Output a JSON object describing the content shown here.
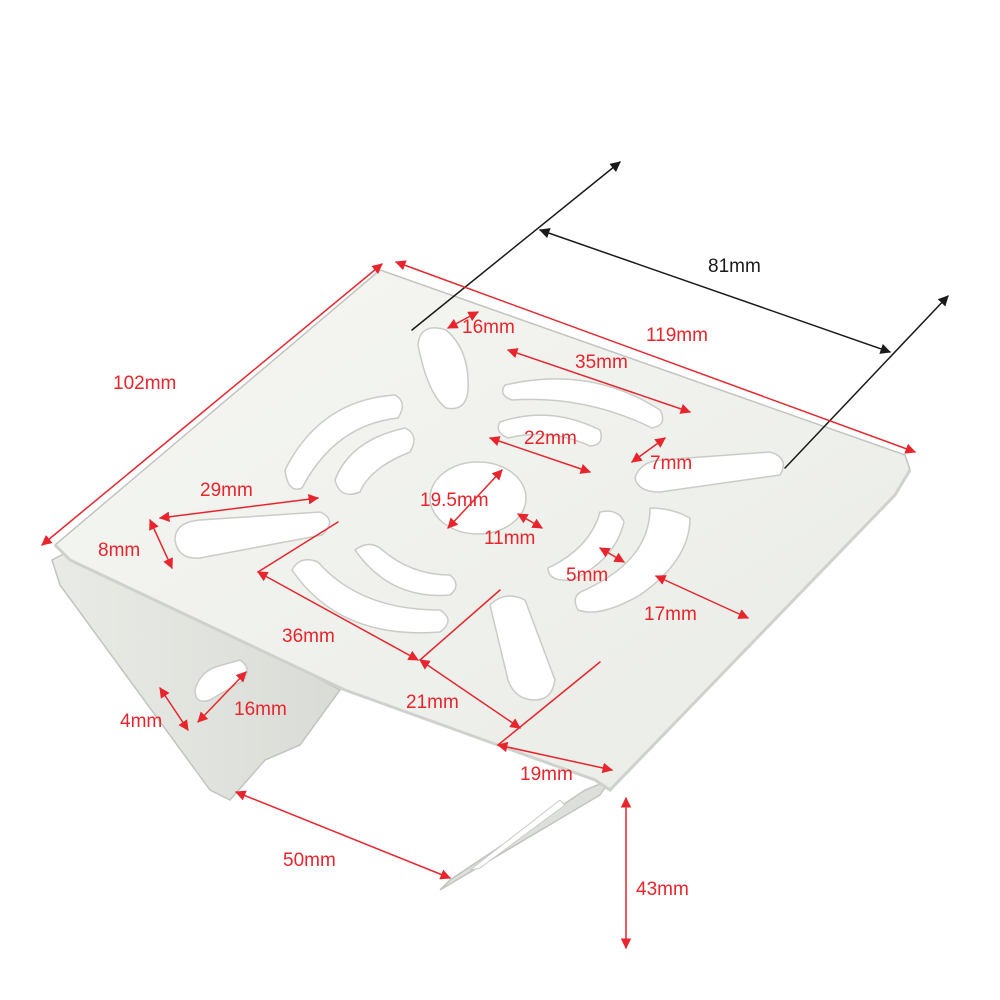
{
  "colors": {
    "dimension_red": "#e8242c",
    "dimension_black": "#1a1a1a",
    "bracket_face": "#f2f3ef",
    "bracket_side": "#e4e6e1",
    "bracket_shadow": "#cfd2cc",
    "bracket_edge": "#c2c5bf",
    "background": "#ffffff"
  },
  "dimensions": {
    "d81": "81mm",
    "d16_top": "16mm",
    "d119": "119mm",
    "d102": "102mm",
    "d35": "35mm",
    "d22": "22mm",
    "d7": "7mm",
    "d29": "29mm",
    "d19_5": "19.5mm",
    "d11": "11mm",
    "d8": "8mm",
    "d5": "5mm",
    "d17": "17mm",
    "d36": "36mm",
    "d21": "21mm",
    "d4": "4mm",
    "d16_side": "16mm",
    "d19": "19mm",
    "d50": "50mm",
    "d43": "43mm"
  }
}
